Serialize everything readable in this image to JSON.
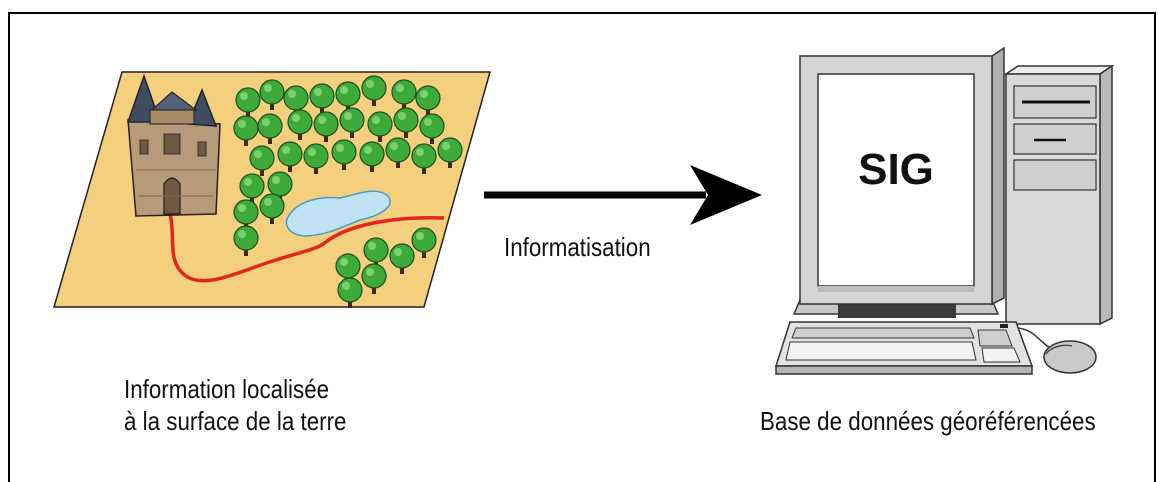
{
  "diagram": {
    "left_caption": [
      "Information localisée",
      "à la surface de la terre"
    ],
    "arrow_label": "Informatisation",
    "screen_text": "SIG",
    "right_caption": "Base de données géoréférencées"
  },
  "icons": [
    "map-landscape-icon",
    "castle-icon",
    "tree-icon",
    "lake-icon",
    "road-icon",
    "arrow-right-icon",
    "computer-icon",
    "monitor-icon",
    "tower-case-icon",
    "keyboard-icon",
    "mouse-icon"
  ],
  "colors": {
    "map_ground": "#F4CF7D",
    "tree_green": "#3DAA3A",
    "lake_blue": "#BFE3F2",
    "road_red": "#E1261C",
    "castle_stone": "#B59B77",
    "computer_grey": "#D6D6D6"
  }
}
